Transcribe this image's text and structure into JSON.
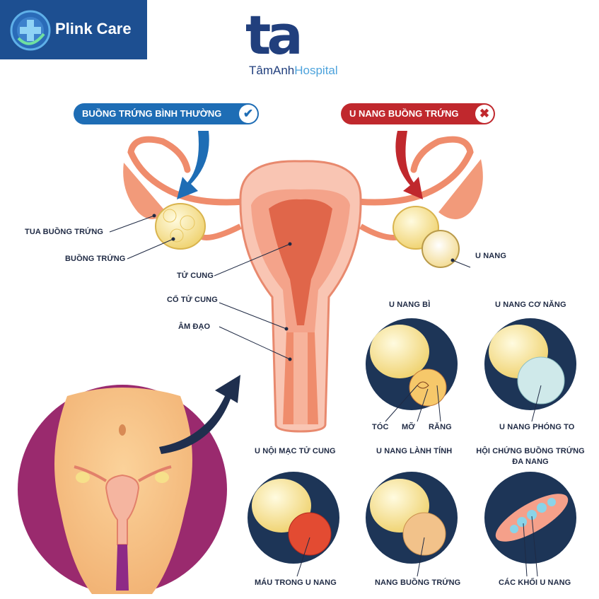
{
  "brand": {
    "plink": "Plink Care",
    "hospital_mark": "ta",
    "hospital_name_main": "TâmAnh",
    "hospital_name_sub": "Hospital"
  },
  "header": {
    "normal_label": "BUỒNG TRỨNG BÌNH THƯỜNG",
    "normal_icon": "check-icon",
    "cyst_label": "U NANG BUỒNG TRỨNG",
    "cyst_icon": "cross-icon"
  },
  "anatomy": {
    "fimbriae": "TUA BUỒNG TRỨNG",
    "ovary": "BUỒNG TRỨNG",
    "uterus": "TỬ CUNG",
    "cervix": "CỔ TỬ CUNG",
    "vagina": "ÂM ĐẠO",
    "cyst": "U NANG"
  },
  "types": {
    "dermoid": {
      "title": "U NANG BÌ",
      "hair": "TÓC",
      "fat": "MỠ",
      "teeth": "RĂNG"
    },
    "functional": {
      "title": "U NANG CƠ NĂNG",
      "caption": "U NANG PHÓNG TO"
    },
    "endometrioma": {
      "title": "U NỘI MẠC TỬ CUNG",
      "caption": "MÁU TRONG U NANG"
    },
    "benign": {
      "title": "U NANG LÀNH TÍNH",
      "caption": "NANG BUỒNG TRỨNG"
    },
    "pcos": {
      "title_line1": "HỘI CHỨNG BUỒNG TRỨNG",
      "title_line2": "ĐA NANG",
      "caption": "CÁC KHỐI U NANG"
    }
  },
  "colors": {
    "navy": "#1d3557",
    "normal_blue": "#1e6db5",
    "cyst_red": "#c0282d",
    "tissue": "#f0997a",
    "ovary": "#f6e08a"
  }
}
